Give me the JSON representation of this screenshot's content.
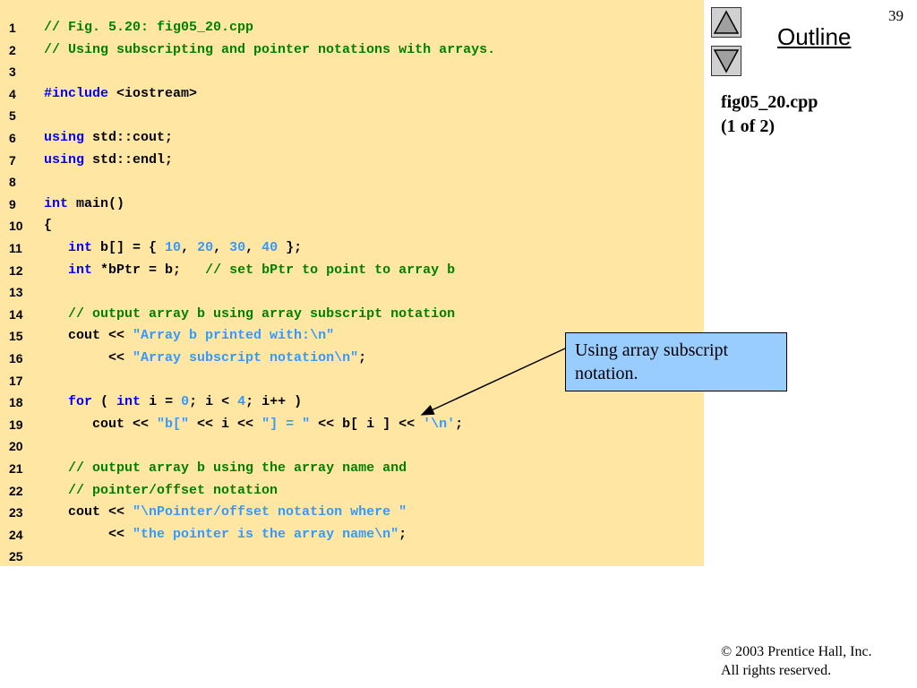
{
  "slide": {
    "page_number": "39",
    "outline_label": "Outline"
  },
  "nav": {
    "up_icon": "triangle-up-icon",
    "down_icon": "triangle-down-icon"
  },
  "file_info": {
    "name": "fig05_20.cpp",
    "part": "(1 of 2)"
  },
  "callout": {
    "text": "Using array subscript notation."
  },
  "copyright": {
    "line1": "© 2003 Prentice Hall, Inc.",
    "line2": "All rights reserved."
  },
  "colors": {
    "code_background": "#ffe7a3",
    "comment": "#008000",
    "keyword": "#0000ff",
    "string": "#3399ff",
    "callout_background": "#99ccff"
  },
  "code": {
    "lines": [
      {
        "num": "1",
        "tokens": [
          [
            "comment",
            "// Fig. 5.20: fig05_20.cpp"
          ]
        ]
      },
      {
        "num": "2",
        "tokens": [
          [
            "comment",
            "// Using subscripting and pointer notations with arrays."
          ]
        ]
      },
      {
        "num": "3",
        "tokens": []
      },
      {
        "num": "4",
        "tokens": [
          [
            "keyword",
            "#include"
          ],
          [
            "plain",
            " <iostream>"
          ]
        ]
      },
      {
        "num": "5",
        "tokens": []
      },
      {
        "num": "6",
        "tokens": [
          [
            "keyword",
            "using"
          ],
          [
            "plain",
            " std::cout;"
          ]
        ]
      },
      {
        "num": "7",
        "tokens": [
          [
            "keyword",
            "using"
          ],
          [
            "plain",
            " std::endl;"
          ]
        ]
      },
      {
        "num": "8",
        "tokens": []
      },
      {
        "num": "9",
        "tokens": [
          [
            "keyword",
            "int"
          ],
          [
            "plain",
            " main()"
          ]
        ]
      },
      {
        "num": "10",
        "tokens": [
          [
            "plain",
            "{"
          ]
        ]
      },
      {
        "num": "11",
        "tokens": [
          [
            "plain",
            "   "
          ],
          [
            "keyword",
            "int"
          ],
          [
            "plain",
            " b[] = { "
          ],
          [
            "number",
            "10"
          ],
          [
            "plain",
            ", "
          ],
          [
            "number",
            "20"
          ],
          [
            "plain",
            ", "
          ],
          [
            "number",
            "30"
          ],
          [
            "plain",
            ", "
          ],
          [
            "number",
            "40"
          ],
          [
            "plain",
            " };"
          ]
        ]
      },
      {
        "num": "12",
        "tokens": [
          [
            "plain",
            "   "
          ],
          [
            "keyword",
            "int"
          ],
          [
            "plain",
            " *bPtr = b;   "
          ],
          [
            "comment",
            "// set bPtr to point to array b"
          ]
        ]
      },
      {
        "num": "13",
        "tokens": []
      },
      {
        "num": "14",
        "tokens": [
          [
            "plain",
            "   "
          ],
          [
            "comment",
            "// output array b using array subscript notation"
          ]
        ]
      },
      {
        "num": "15",
        "tokens": [
          [
            "plain",
            "   cout << "
          ],
          [
            "string",
            "\"Array b printed with:\\n\""
          ]
        ]
      },
      {
        "num": "16",
        "tokens": [
          [
            "plain",
            "        << "
          ],
          [
            "string",
            "\"Array subscript notation\\n\""
          ],
          [
            "plain",
            ";"
          ]
        ]
      },
      {
        "num": "17",
        "tokens": []
      },
      {
        "num": "18",
        "tokens": [
          [
            "plain",
            "   "
          ],
          [
            "keyword",
            "for"
          ],
          [
            "plain",
            " ( "
          ],
          [
            "keyword",
            "int"
          ],
          [
            "plain",
            " i = "
          ],
          [
            "number",
            "0"
          ],
          [
            "plain",
            "; i < "
          ],
          [
            "number",
            "4"
          ],
          [
            "plain",
            "; i++ )"
          ]
        ]
      },
      {
        "num": "19",
        "tokens": [
          [
            "plain",
            "      cout << "
          ],
          [
            "string",
            "\"b[\""
          ],
          [
            "plain",
            " << i << "
          ],
          [
            "string",
            "\"] = \""
          ],
          [
            "plain",
            " << b[ i ] << "
          ],
          [
            "string",
            "'\\n'"
          ],
          [
            "plain",
            ";"
          ]
        ]
      },
      {
        "num": "20",
        "tokens": []
      },
      {
        "num": "21",
        "tokens": [
          [
            "plain",
            "   "
          ],
          [
            "comment",
            "// output array b using the array name and"
          ]
        ]
      },
      {
        "num": "22",
        "tokens": [
          [
            "plain",
            "   "
          ],
          [
            "comment",
            "// pointer/offset notation"
          ]
        ]
      },
      {
        "num": "23",
        "tokens": [
          [
            "plain",
            "   cout << "
          ],
          [
            "string",
            "\"\\nPointer/offset notation where \""
          ]
        ]
      },
      {
        "num": "24",
        "tokens": [
          [
            "plain",
            "        << "
          ],
          [
            "string",
            "\"the pointer is the array name\\n\""
          ],
          [
            "plain",
            ";"
          ]
        ]
      },
      {
        "num": "25",
        "tokens": []
      }
    ]
  }
}
